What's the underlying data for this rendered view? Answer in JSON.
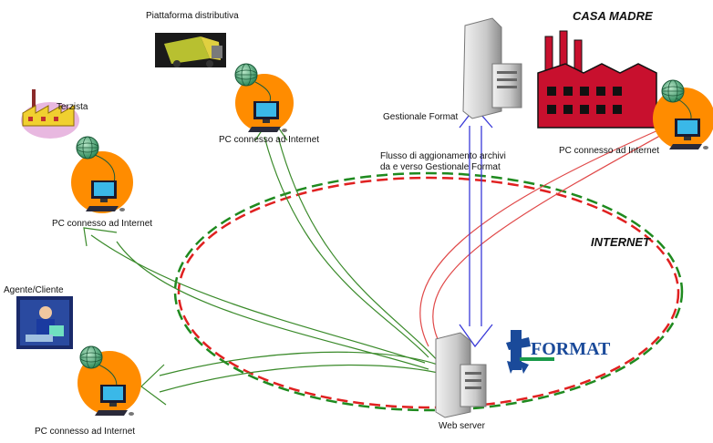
{
  "title": "CASA MADRE",
  "internet_label": "INTERNET",
  "labels": {
    "piattaforma": "Piattaforma distributiva",
    "terzista": "Terzista",
    "agente": "Agente/Cliente",
    "gestionale": "Gestionale Format",
    "flusso_line1": "Flusso di aggionamento archivi",
    "flusso_line2": "da e verso Gestionale Format",
    "webserver": "Web server"
  },
  "pc_label": "PC connesso ad Internet",
  "logo_text": "FORMAT",
  "colors": {
    "green_arrow": "#3a8a2a",
    "red_arrow": "#e04848",
    "blue_arrow": "#3a3ad8",
    "ellipse_red": "#e02020",
    "ellipse_green": "#1f8a1f",
    "pc_orange": "#ff8c00",
    "factory_red": "#c8102e"
  }
}
